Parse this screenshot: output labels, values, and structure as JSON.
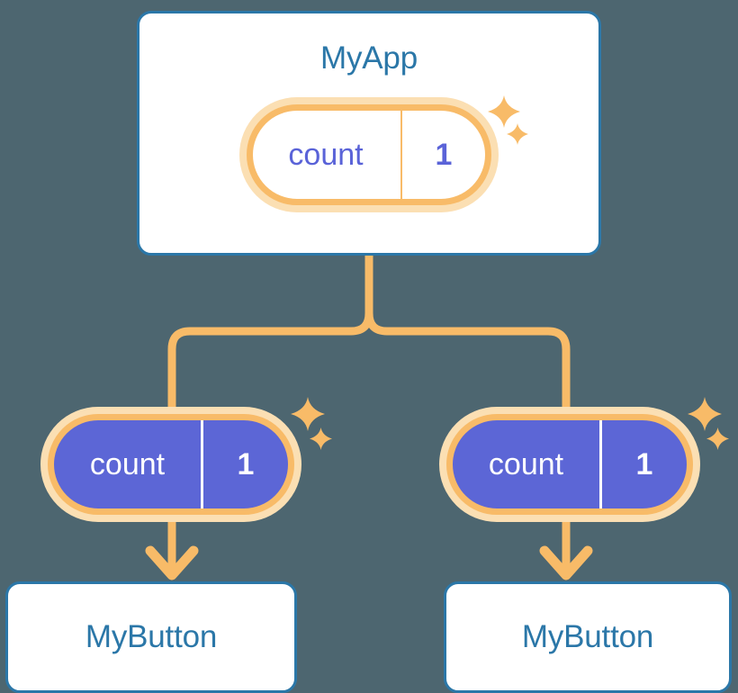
{
  "diagram": {
    "title_app": "MyApp",
    "background_color": "#4d6670",
    "card_border_color": "#2b77a8",
    "card_title_color": "#2b77a8",
    "accent_orange": "#f8bb68",
    "accent_orange_halo": "#fbdfb3",
    "state_purple": "#5c66d6",
    "state_text_purple": "#5a63d8"
  },
  "app_card": {
    "title": "MyApp",
    "state": {
      "key": "count",
      "value": "1"
    }
  },
  "branches": [
    {
      "state": {
        "key": "count",
        "value": "1"
      },
      "button_label": "MyButton"
    },
    {
      "state": {
        "key": "count",
        "value": "1"
      },
      "button_label": "MyButton"
    }
  ],
  "icons": {
    "sparkle_large": "sparkle-4-point-large",
    "sparkle_small": "sparkle-4-point-small",
    "arrow": "arrow-down"
  }
}
